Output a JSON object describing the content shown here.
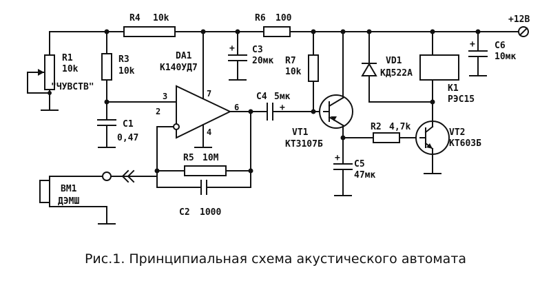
{
  "supply": "+12В",
  "opamp": {
    "ref": "DA1",
    "type": "К140УД7",
    "pin3": "3",
    "pin2": "2",
    "pin7": "7",
    "pin4": "4",
    "pin6": "6"
  },
  "r1": {
    "ref": "R1",
    "value": "10k",
    "note": "\"ЧУВСТВ\""
  },
  "r2": {
    "ref": "R2",
    "value": "4,7k"
  },
  "r3": {
    "ref": "R3",
    "value": "10k"
  },
  "r4": {
    "ref": "R4",
    "value": "10k"
  },
  "r5": {
    "ref": "R5",
    "value": "10M"
  },
  "r6": {
    "ref": "R6",
    "value": "100"
  },
  "r7": {
    "ref": "R7",
    "value": "10k"
  },
  "c1": {
    "ref": "C1",
    "value": "0,47"
  },
  "c2": {
    "ref": "C2",
    "value": "1000"
  },
  "c3": {
    "ref": "C3",
    "value": "20мк"
  },
  "c4": {
    "ref": "C4",
    "value": "5мк"
  },
  "c5": {
    "ref": "C5",
    "value": "47мк"
  },
  "c6": {
    "ref": "C6",
    "value": "10мк"
  },
  "vt1": {
    "ref": "VT1",
    "type": "КТ3107Б"
  },
  "vt2": {
    "ref": "VT2",
    "type": "КТ603Б"
  },
  "vd1": {
    "ref": "VD1",
    "type": "КД522А"
  },
  "k1": {
    "ref": "K1",
    "type": "РЭС15"
  },
  "bm1": {
    "ref": "BM1",
    "type": "ДЭМШ"
  },
  "caption": "Рис.1. Принципиальная схема акустического автомата"
}
